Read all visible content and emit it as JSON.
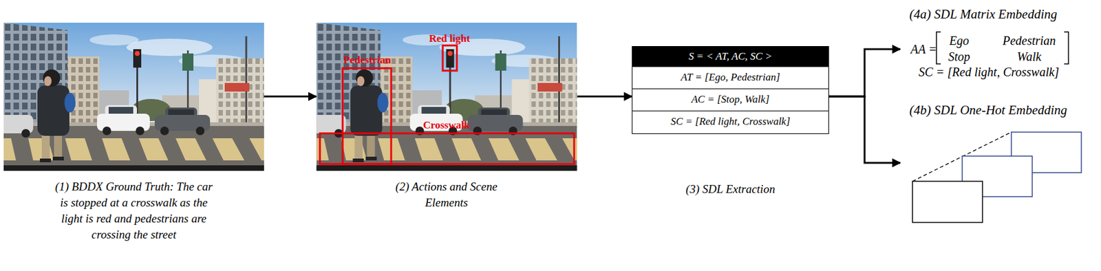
{
  "diagram": {
    "nodes": [
      {
        "text": [
          "(1) BDDX Ground Truth: The car is stopped at a crosswalk as the light is red and pedestrians are crossing the street"
        ]
      },
      {
        "text": [
          "(2) Actions and Scene Elements"
        ]
      },
      {
        "text": [
          "(3) SDL Extraction"
        ]
      },
      {
        "text": [
          "S = < AT, AC, SC >"
        ],
        "in": 2
      },
      {
        "text": [
          "AT = [Ego, Pedestrian]"
        ],
        "in": 2
      },
      {
        "text": [
          "AC = [Stop, Walk]"
        ],
        "in": 2
      },
      {
        "text": [
          "SC = [Red light, Crosswalk]"
        ],
        "in": 2
      },
      {
        "text": [
          "(4a) SDL Matrix Embedding",
          "AA =",
          "Ego",
          "Pedestrian",
          "Stop",
          "Walk",
          "SC = [Red light, Crosswalk]"
        ]
      },
      {
        "text": [
          "(4b) SDL One-Hot Embedding"
        ]
      }
    ],
    "edges": [
      {
        "from": 0,
        "to": 1,
        "arrow": "to"
      },
      {
        "from": 1,
        "to": 2,
        "arrow": "to"
      },
      {
        "from": 2,
        "to": 7,
        "arrow": "to"
      },
      {
        "from": 2,
        "to": 8,
        "arrow": "to"
      }
    ],
    "labels": [
      "Red light",
      "Pedestrian",
      "Crosswalk"
    ]
  }
}
